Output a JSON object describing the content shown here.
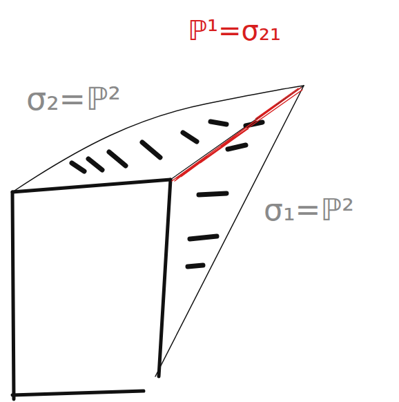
{
  "diagram": {
    "labels": [
      "σ₂=ℙ²",
      "ℙ¹=σ₂₁",
      "σ₁=ℙ²"
    ]
  }
}
